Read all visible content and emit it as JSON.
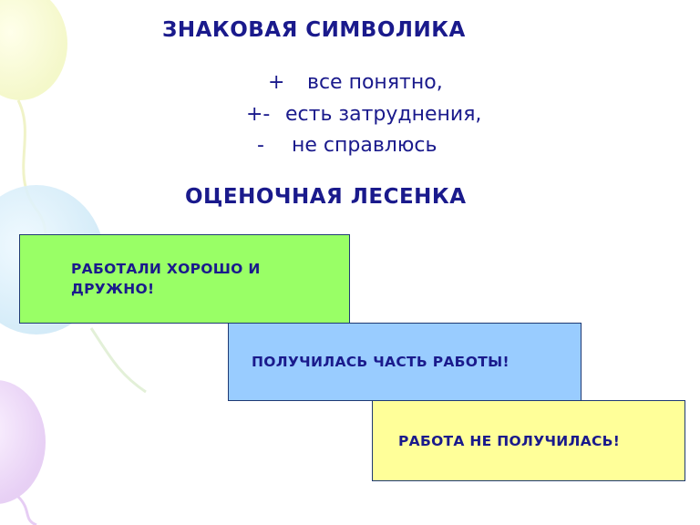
{
  "title_signs": "ЗНАКОВАЯ СИМВОЛИКА",
  "legend": [
    {
      "symbol": "+",
      "text": "все понятно,"
    },
    {
      "symbol": "+-",
      "text": "есть затруднения,"
    },
    {
      "symbol": "-",
      "text": "не справлюсь"
    }
  ],
  "title_ladder": "ОЦЕНОЧНАЯ ЛЕСЕНКА",
  "steps": [
    {
      "text": "РАБОТАЛИ ХОРОШО И ДРУЖНО!",
      "color": "#99ff66"
    },
    {
      "text": "ПОЛУЧИЛАСЬ ЧАСТЬ РАБОТЫ!",
      "color": "#99ccff"
    },
    {
      "text": "РАБОТА НЕ ПОЛУЧИЛАСЬ!",
      "color": "#ffff99"
    }
  ],
  "colors": {
    "text": "#1a1a8c",
    "border": "#1f3a73"
  },
  "decorations": [
    "balloon-yellow",
    "balloon-blue",
    "balloon-purple",
    "balloon-string"
  ]
}
